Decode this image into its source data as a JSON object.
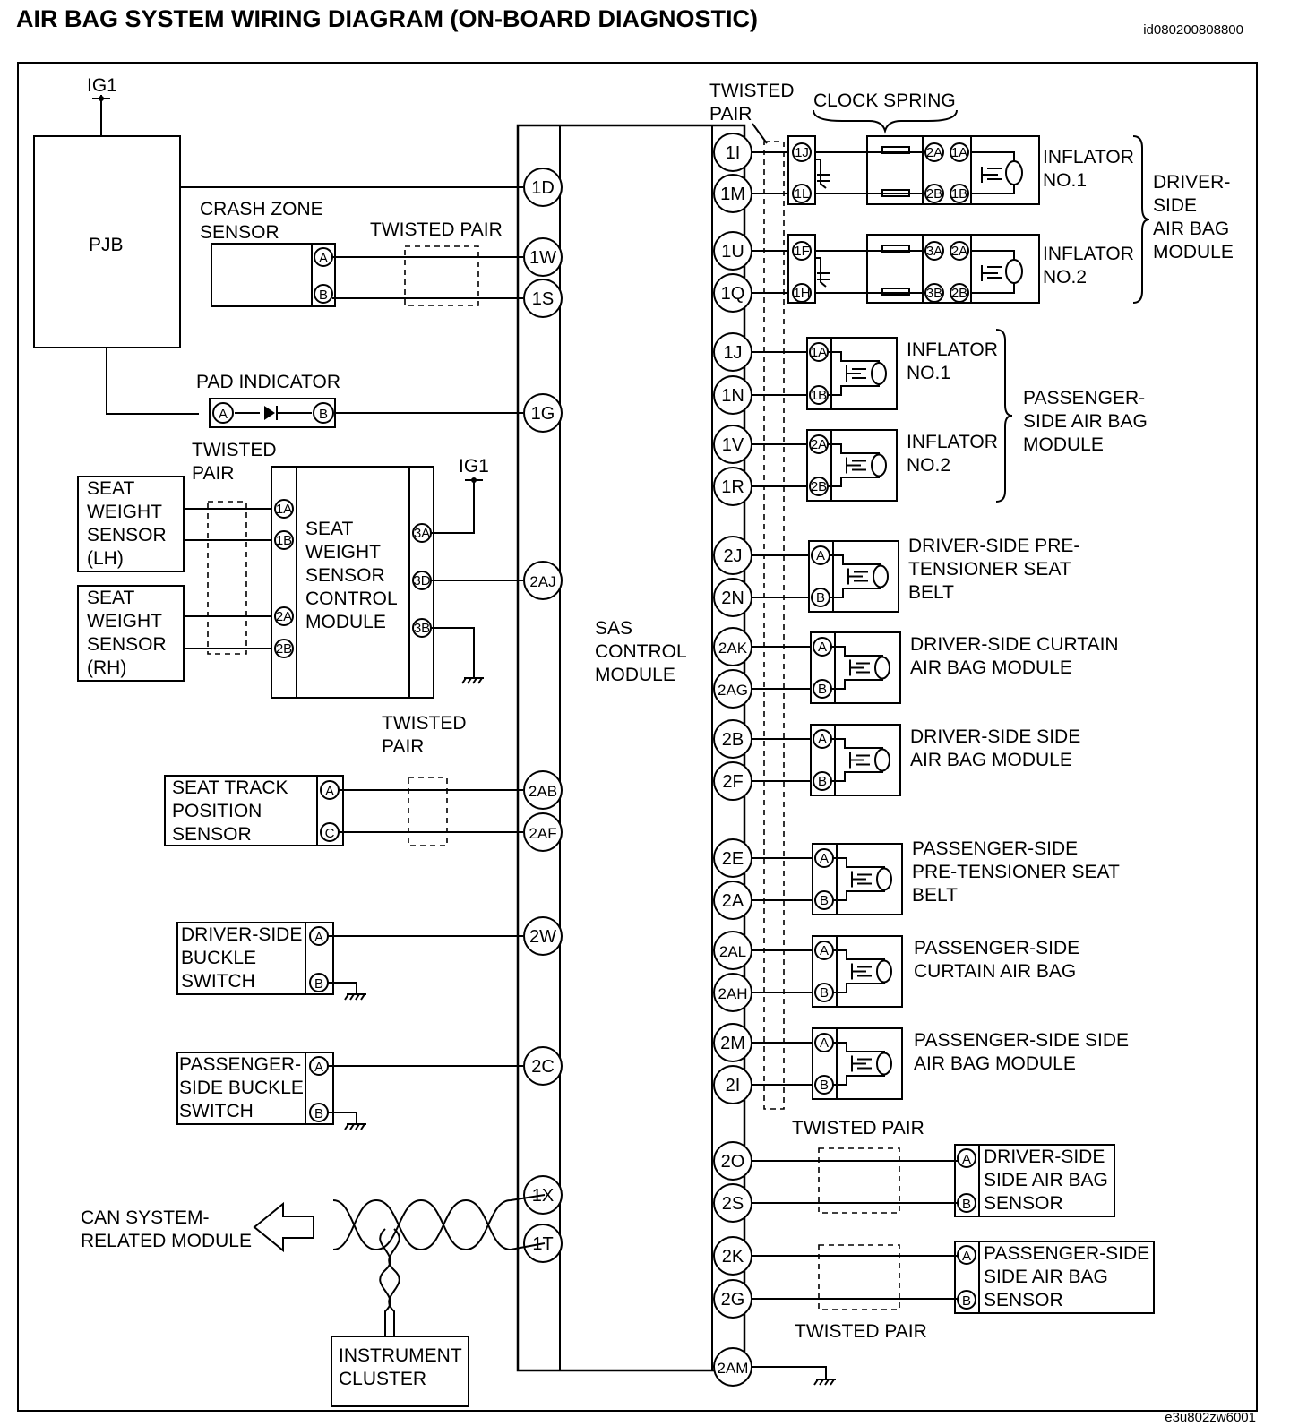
{
  "title": "AIR BAG SYSTEM WIRING DIAGRAM (ON-BOARD DIAGNOSTIC)",
  "doc_id": "id080200808800",
  "figure_id": "e3u802zw6001",
  "labels": {
    "ig1": "IG1",
    "pjb": "PJB",
    "crash_zone_sensor": [
      "CRASH ZONE",
      "SENSOR"
    ],
    "twisted_pair": "TWISTED PAIR",
    "twisted_pair_2line": [
      "TWISTED",
      "PAIR"
    ],
    "pad_indicator": "PAD INDICATOR",
    "seat_weight_lh": [
      "SEAT",
      "WEIGHT",
      "SENSOR",
      "(LH)"
    ],
    "seat_weight_rh": [
      "SEAT",
      "WEIGHT",
      "SENSOR",
      "(RH)"
    ],
    "seat_weight_control": [
      "SEAT",
      "WEIGHT",
      "SENSOR",
      "CONTROL",
      "MODULE"
    ],
    "seat_track": [
      "SEAT TRACK",
      "POSITION",
      "SENSOR"
    ],
    "driver_buckle": [
      "DRIVER-SIDE",
      "BUCKLE",
      "SWITCH"
    ],
    "passenger_buckle": [
      "PASSENGER-",
      "SIDE BUCKLE",
      "SWITCH"
    ],
    "can_system": [
      "CAN SYSTEM-",
      "RELATED MODULE"
    ],
    "instrument_cluster": [
      "INSTRUMENT",
      "CLUSTER"
    ],
    "sas_control": [
      "SAS",
      "CONTROL",
      "MODULE"
    ],
    "clock_spring": "CLOCK SPRING",
    "inflator_no1": [
      "INFLATOR",
      "NO.1"
    ],
    "inflator_no2": [
      "INFLATOR",
      "NO.2"
    ],
    "driver_air_bag_module": [
      "DRIVER-",
      "SIDE",
      "AIR BAG",
      "MODULE"
    ],
    "passenger_air_bag_module": [
      "PASSENGER-",
      "SIDE AIR BAG",
      "MODULE"
    ],
    "driver_pretensioner": [
      "DRIVER-SIDE PRE-",
      "TENSIONER SEAT",
      "BELT"
    ],
    "driver_curtain": [
      "DRIVER-SIDE CURTAIN",
      "AIR BAG MODULE"
    ],
    "driver_side_side": [
      "DRIVER-SIDE SIDE",
      "AIR BAG MODULE"
    ],
    "passenger_pretensioner": [
      "PASSENGER-SIDE",
      "PRE-TENSIONER SEAT",
      "BELT"
    ],
    "passenger_curtain": [
      "PASSENGER-SIDE",
      "CURTAIN AIR BAG"
    ],
    "passenger_side_side": [
      "PASSENGER-SIDE SIDE",
      "AIR BAG MODULE"
    ],
    "driver_side_sensor": [
      "DRIVER-SIDE",
      "SIDE AIR BAG",
      "SENSOR"
    ],
    "passenger_side_sensor": [
      "PASSENGER-SIDE",
      "SIDE AIR BAG",
      "SENSOR"
    ]
  },
  "sas_left_pins": [
    "1D",
    "1W",
    "1S",
    "1G",
    "2AJ",
    "2AB",
    "2AF",
    "2W",
    "2C",
    "1X",
    "1T"
  ],
  "sas_right_pins": [
    "1I",
    "1M",
    "1U",
    "1Q",
    "1J",
    "1N",
    "1V",
    "1R",
    "2J",
    "2N",
    "2AK",
    "2AG",
    "2B",
    "2F",
    "2E",
    "2A",
    "2AL",
    "2AH",
    "2M",
    "2I",
    "2O",
    "2S",
    "2K",
    "2G",
    "2AM"
  ],
  "connector_pins": {
    "A": "A",
    "B": "B",
    "C": "C",
    "p1A": "1A",
    "p1B": "1B",
    "p2A": "2A",
    "p2B": "2B",
    "p3A": "3A",
    "p3D": "3D",
    "p3B": "3B",
    "p1J": "1J",
    "p1L": "1L",
    "p1F": "1F",
    "p1H": "1H",
    "p3A2": "3A",
    "p3B2": "3B"
  }
}
